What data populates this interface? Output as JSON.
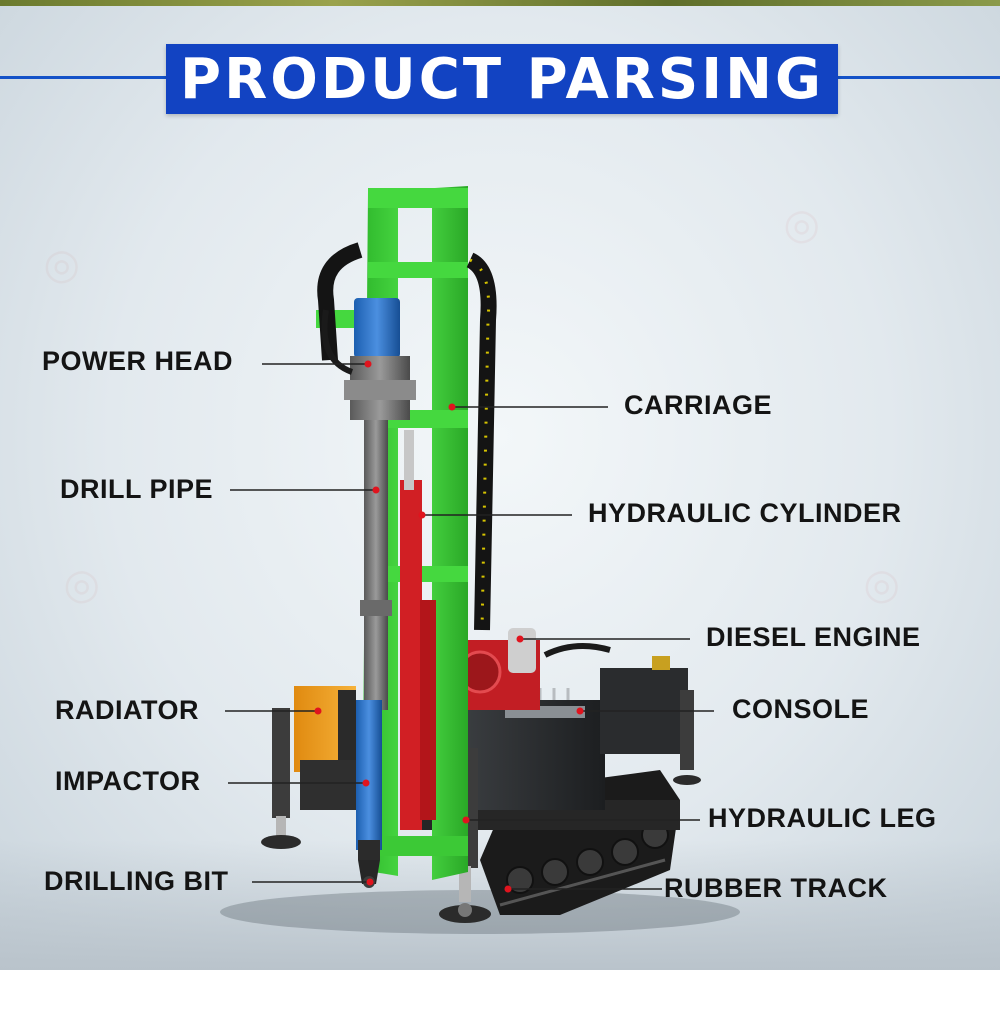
{
  "title": "PRODUCT PARSING",
  "colors": {
    "title_bg": "#1243c2",
    "title_text": "#ffffff",
    "frame_green": "#3fd43a",
    "label_text": "#141414",
    "leader_dot": "#e0141e"
  },
  "labels": {
    "power_head": "POWER HEAD",
    "carriage": "CARRIAGE",
    "drill_pipe": "DRILL PIPE",
    "hydraulic_cylinder": "HYDRAULIC CYLINDER",
    "diesel_engine": "DIESEL ENGINE",
    "radiator": "RADIATOR",
    "console": "CONSOLE",
    "impactor": "IMPACTOR",
    "hydraulic_leg": "HYDRAULIC LEG",
    "drilling_bit": "DRILLING BIT",
    "rubber_track": "RUBBER TRACK"
  }
}
